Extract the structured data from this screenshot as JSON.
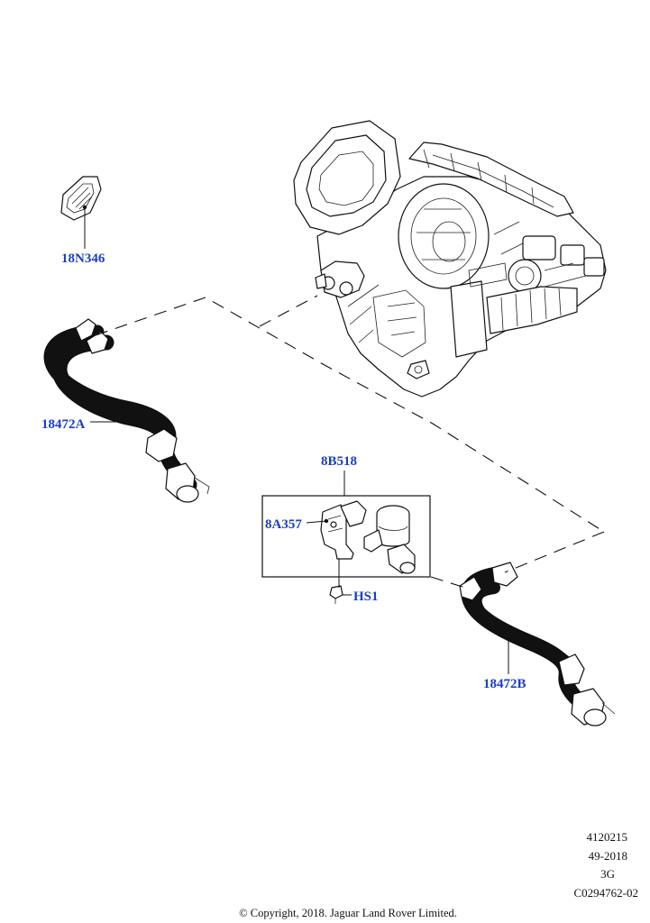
{
  "labels": {
    "grommet": "18N346",
    "hose_a": "18472A",
    "hose_b": "18472B",
    "valve_assembly": "8B518",
    "bracket": "8A357",
    "screw": "HS1"
  },
  "meta": {
    "line1": "4120215",
    "line2": "49-2018",
    "line3": "3G",
    "line4": "C0294762-02"
  },
  "copyright": "© Copyright, 2018. Jaguar Land Rover Limited.",
  "colors": {
    "label": "#1a3fc0",
    "ink": "#111111",
    "background": "#ffffff"
  }
}
